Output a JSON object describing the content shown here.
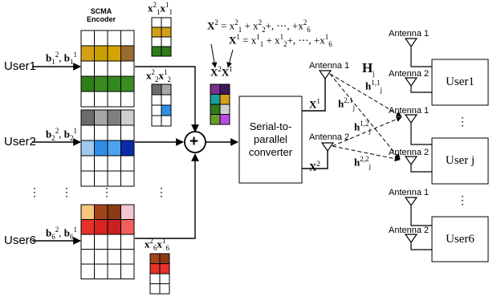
{
  "encoder_title": "SCMA\nEncoder",
  "users": [
    "User1",
    "User2",
    "User6"
  ],
  "user_dots": "⋮",
  "input_labels": {
    "user1": {
      "b": "b",
      "s1": "1",
      "p1": "2",
      "s2": "1",
      "p2": "1"
    },
    "user2": {
      "b": "b",
      "s1": "2",
      "p1": "2",
      "s2": "2",
      "p2": "1"
    },
    "user6": {
      "b": "b",
      "s1": "6",
      "p1": "2",
      "s2": "6",
      "p2": "1"
    }
  },
  "encoder_colors": {
    "user1": [
      [
        "#ffffff",
        "#ffffff",
        "#ffffff",
        "#ffffff"
      ],
      [
        "#d4a017",
        "#c8a000",
        "#d6a400",
        "#9c6b30"
      ],
      [
        "#ffffff",
        "#ffffff",
        "#ffffff",
        "#ffffff"
      ],
      [
        "#2e7d1a",
        "#3a8a1f",
        "#2f8a1e",
        "#3c8c21"
      ],
      [
        "#ffffff",
        "#ffffff",
        "#ffffff",
        "#ffffff"
      ]
    ],
    "user2": [
      [
        "#6b6b6b",
        "#a6a6a6",
        "#7f7f7f",
        "#cfcfcf"
      ],
      [
        "#ffffff",
        "#ffffff",
        "#ffffff",
        "#ffffff"
      ],
      [
        "#9ec9f0",
        "#2f8ee8",
        "#4aa3f0",
        "#0a2aa8"
      ],
      [
        "#ffffff",
        "#ffffff",
        "#ffffff",
        "#ffffff"
      ],
      [
        "#ffffff",
        "#ffffff",
        "#ffffff",
        "#ffffff"
      ]
    ],
    "user6": [
      [
        "#f6c57e",
        "#a0441a",
        "#8b3a16",
        "#f6c7d0"
      ],
      [
        "#e6322a",
        "#d8241f",
        "#c92020",
        "#f25f5c"
      ],
      [
        "#ffffff",
        "#ffffff",
        "#ffffff",
        "#ffffff"
      ],
      [
        "#ffffff",
        "#ffffff",
        "#ffffff",
        "#ffffff"
      ],
      [
        "#ffffff",
        "#ffffff",
        "#ffffff",
        "#ffffff"
      ]
    ]
  },
  "small_vectors": {
    "user1": {
      "label_a": "x",
      "sup_a": "2",
      "sub_a": "1",
      "label_b": "x",
      "sup_b": "1",
      "sub_b": "1",
      "colors": [
        [
          "#ffffff",
          "#ffffff"
        ],
        [
          "#d4a017",
          "#d4a017"
        ],
        [
          "#ffffff",
          "#ffffff"
        ],
        [
          "#2e7d1a",
          "#2e7d1a"
        ]
      ]
    },
    "user2": {
      "label_a": "x",
      "sup_a": "2",
      "sub_a": "2",
      "label_b": "x",
      "sup_b": "1",
      "sub_b": "2",
      "colors": [
        [
          "#6b6b6b",
          "#a6a6a6"
        ],
        [
          "#ffffff",
          "#ffffff"
        ],
        [
          "#ffffff",
          "#2f8ee8"
        ],
        [
          "#ffffff",
          "#ffffff"
        ]
      ]
    },
    "user6": {
      "label_a": "x",
      "sup_a": "2",
      "sub_a": "6",
      "label_b": "x",
      "sup_b": "1",
      "sub_b": "6",
      "colors": [
        [
          "#a0441a",
          "#8b3a16"
        ],
        [
          "#e6322a",
          "#e6322a"
        ],
        [
          "#ffffff",
          "#ffffff"
        ],
        [
          "#ffffff",
          "#ffffff"
        ]
      ]
    }
  },
  "sum_vector": {
    "label": "X",
    "sup_a": "2",
    "sup_b": "1",
    "colors": [
      [
        "#7b2f8f",
        "#3d1a5a"
      ],
      [
        "#1aa0a0",
        "#d4a017"
      ],
      [
        "#2e7d1a",
        "#cfcfcf"
      ],
      [
        "#6a9a2a",
        "#b94ae6"
      ]
    ]
  },
  "equations": {
    "eq1": {
      "lhs": "X",
      "lhs_sup": "2",
      "rhs": "= x",
      "t1_sup": "2",
      "t1_sub": "1",
      "t2": "+ x",
      "t2_sup": "2",
      "t2_sub": "2",
      "rest": "+, ⋯, +x",
      "t3_sup": "2",
      "t3_sub": "6"
    },
    "eq2": {
      "lhs": "X",
      "lhs_sup": "1",
      "rhs": "= x",
      "t1_sup": "1",
      "t1_sub": "1",
      "t2": "+ x",
      "t2_sup": "1",
      "t2_sub": "2",
      "rest": "+, ⋯, +x",
      "t3_sup": "1",
      "t3_sub": "6"
    }
  },
  "sum_symbol": "+",
  "converter_text": [
    "Serial-to-",
    "parallel",
    "converter"
  ],
  "converter_outputs": {
    "x1_label": "X",
    "x1_sup": "1",
    "x2_label": "X",
    "x2_sup": "2"
  },
  "tx_antennas": [
    "Antenna 1",
    "Antenna 2"
  ],
  "channel": {
    "H": "H",
    "H_sub": "j",
    "h11": "h",
    "h11_sup": "1,1",
    "h11_sub": "j",
    "h21": "h",
    "h21_sup": "2,1",
    "h21_sub": "j",
    "h12": "h",
    "h12_sup": "1,2",
    "h12_sub": "j",
    "h22": "h",
    "h22_sup": "2,2",
    "h22_sub": "j"
  },
  "rx_antenna_labels": [
    "Antenna 1",
    "Antenna 2"
  ],
  "rx_users": [
    "User1",
    "User j",
    "User6"
  ],
  "rx_dots": "⋮",
  "colors": {
    "line": "#000000"
  }
}
